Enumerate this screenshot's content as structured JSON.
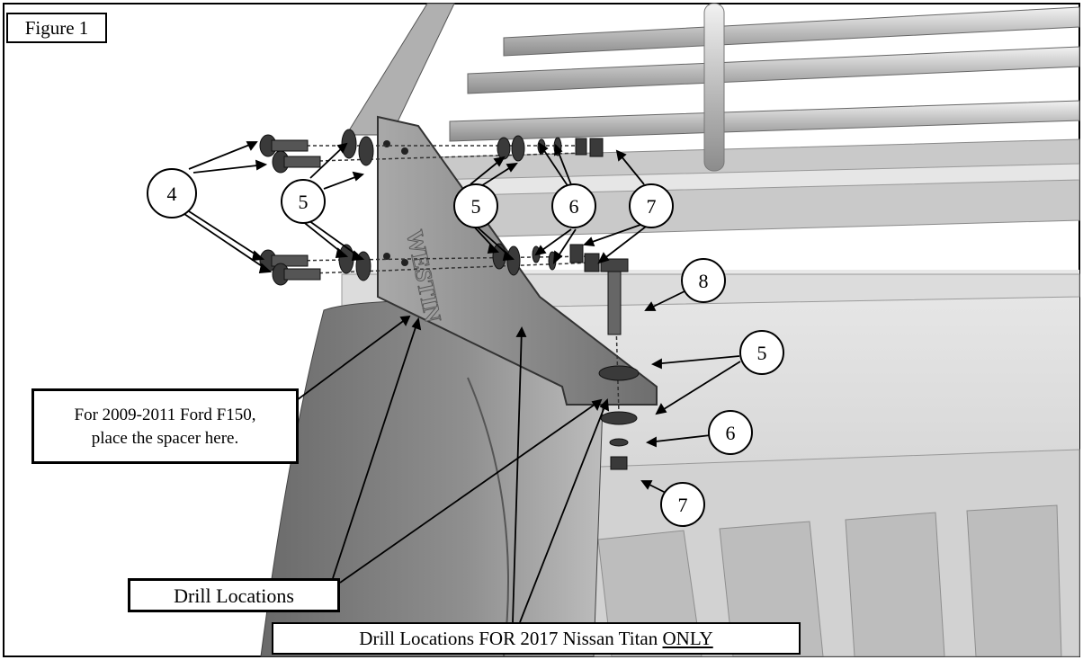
{
  "figure_label": "Figure 1",
  "brand_stamp": "WESTIN",
  "callouts": {
    "c4": "4",
    "c5a": "5",
    "c5b": "5",
    "c5c": "5",
    "c6a": "6",
    "c6b": "6",
    "c7a": "7",
    "c7b": "7",
    "c8": "8"
  },
  "notes": {
    "spacer_line1": "For 2009-2011 Ford F150,",
    "spacer_line2": "place the spacer here.",
    "drill_locations": "Drill Locations",
    "titan_prefix": "Drill Locations FOR 2017 Nissan Titan ",
    "titan_emphasis": "ONLY"
  },
  "colors": {
    "background": "#ffffff",
    "line": "#000000",
    "metal_dark": "#3a3a3a",
    "metal_mid": "#8a8a8a",
    "metal_light": "#d9d9d9"
  }
}
